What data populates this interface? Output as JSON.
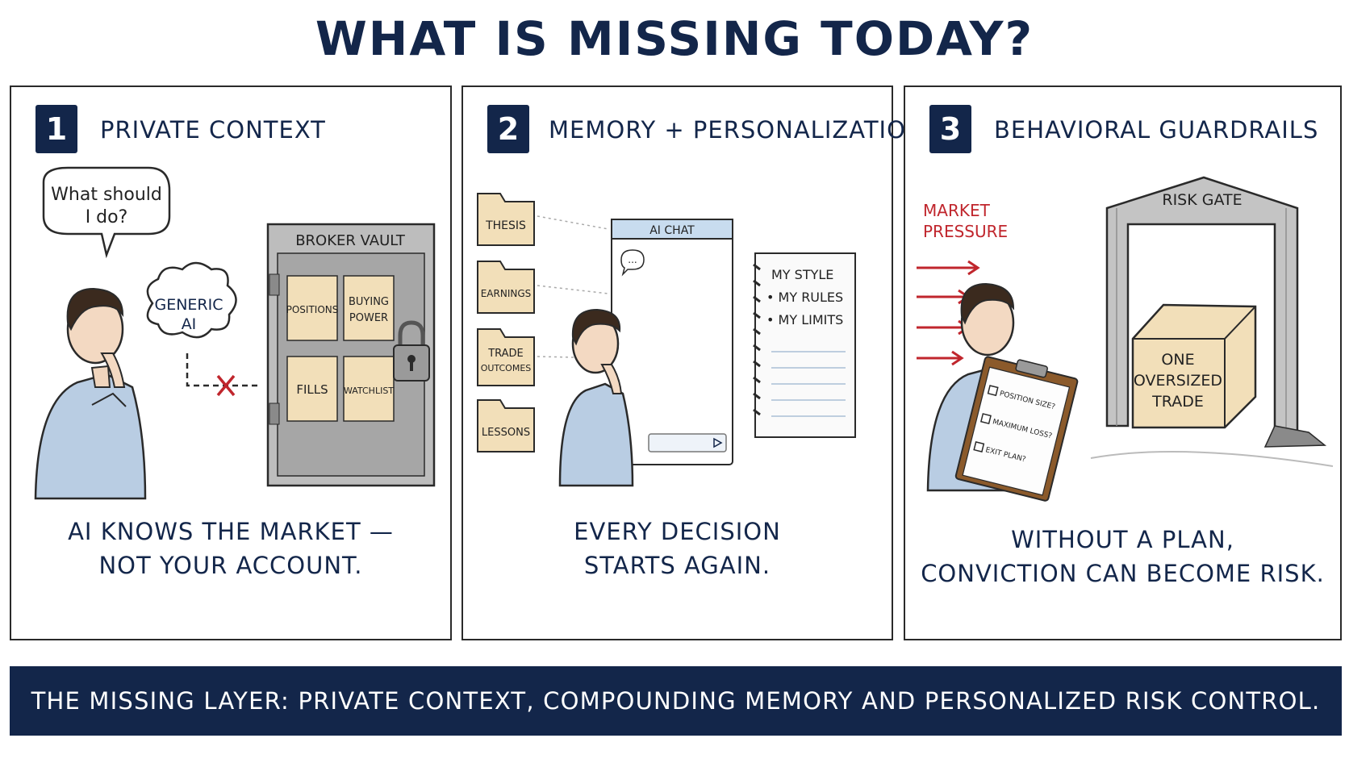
{
  "title": "WHAT IS MISSING TODAY?",
  "panels": [
    {
      "number": "1",
      "title": "PRIVATE CONTEXT",
      "speech_bubble": [
        "What should",
        "I do?"
      ],
      "thought_cloud": [
        "GENERIC",
        "AI"
      ],
      "vault": {
        "label": "BROKER VAULT",
        "compartments": [
          "POSITIONS",
          "BUYING",
          "POWER",
          "FILLS",
          "WATCHLIST"
        ]
      },
      "caption": [
        "AI KNOWS THE MARKET —",
        "NOT YOUR ACCOUNT."
      ]
    },
    {
      "number": "2",
      "title": "MEMORY + PERSONALIZATION",
      "folders": [
        "THESIS",
        "EARNINGS",
        "TRADE",
        "OUTCOMES",
        "LESSONS"
      ],
      "chat_window": {
        "title": "AI CHAT",
        "bubble": "..."
      },
      "notebook": [
        "MY STYLE",
        "• MY RULES",
        "• MY LIMITS"
      ],
      "caption": [
        "EVERY DECISION",
        "STARTS AGAIN."
      ]
    },
    {
      "number": "3",
      "title": "BEHAVIORAL GUARDRAILS",
      "pressure_label": [
        "MARKET",
        "PRESSURE"
      ],
      "gate_label": "RISK GATE",
      "box_label": [
        "ONE",
        "OVERSIZED",
        "TRADE"
      ],
      "clipboard": [
        "POSITION SIZE?",
        "MAXIMUM LOSS?",
        "EXIT PLAN?"
      ],
      "caption": [
        "WITHOUT A PLAN,",
        "CONVICTION CAN BECOME RISK."
      ]
    }
  ],
  "banner": "THE MISSING LAYER: PRIVATE CONTEXT, COMPOUNDING MEMORY AND PERSONALIZED RISK CONTROL.",
  "colors": {
    "navy": "#13264a",
    "shirt": "#b9cde3",
    "paper": "#f2dfb9",
    "red": "#c0262d",
    "steel": "#b9b9b9",
    "chat_header": "#c8dcef"
  }
}
